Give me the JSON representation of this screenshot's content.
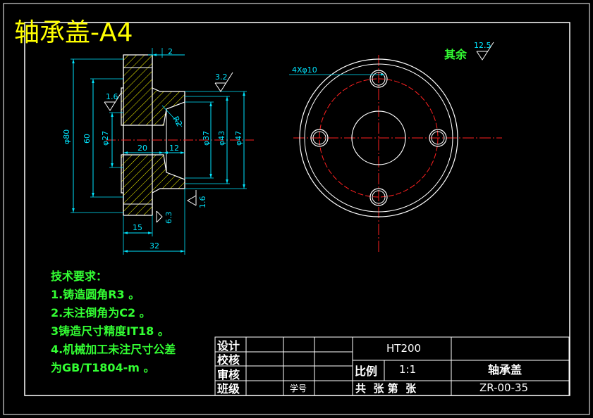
{
  "title": "轴承盖-A4",
  "section_view": {
    "dims": {
      "top_step": "2",
      "d80": "φ80",
      "d60": "60",
      "d27": "φ27",
      "d37": "φ37",
      "d43": "φ43",
      "d47": "φ47",
      "len20": "20",
      "len12": "12",
      "len15": "15",
      "len32": "32",
      "r2": "R2"
    },
    "roughness": {
      "r32": "3.2",
      "r16a": "1.6",
      "r16b": "1.6",
      "r63": "6.3"
    }
  },
  "top_view": {
    "hole_callout": "4Xφ10",
    "other_label": "其余",
    "other_roughness": "12.5"
  },
  "tech_requirements": {
    "heading": "技术要求：",
    "items": [
      "1.铸造圆角R3 。",
      "2.未注倒角为C2 。",
      "3铸造尺寸精度IT18 。",
      "4.机械加工未注尺寸公差",
      "为GB/T1804-m 。"
    ]
  },
  "title_block": {
    "design": "设计",
    "check": "校核",
    "review": "审核",
    "class": "班级",
    "student_no": "学号",
    "material": "HT200",
    "scale_label": "比例",
    "scale_value": "1:1",
    "part_name": "轴承盖",
    "sheet_info": "共  张 第  张",
    "drawing_no": "ZR-00-35"
  },
  "colors": {
    "outline": "#ffffff",
    "dimension": "#00e5ff",
    "centerline": "#ff2020",
    "hatch": "#ffff00",
    "text_green": "#33ff33",
    "title_yellow": "#ffff00"
  }
}
